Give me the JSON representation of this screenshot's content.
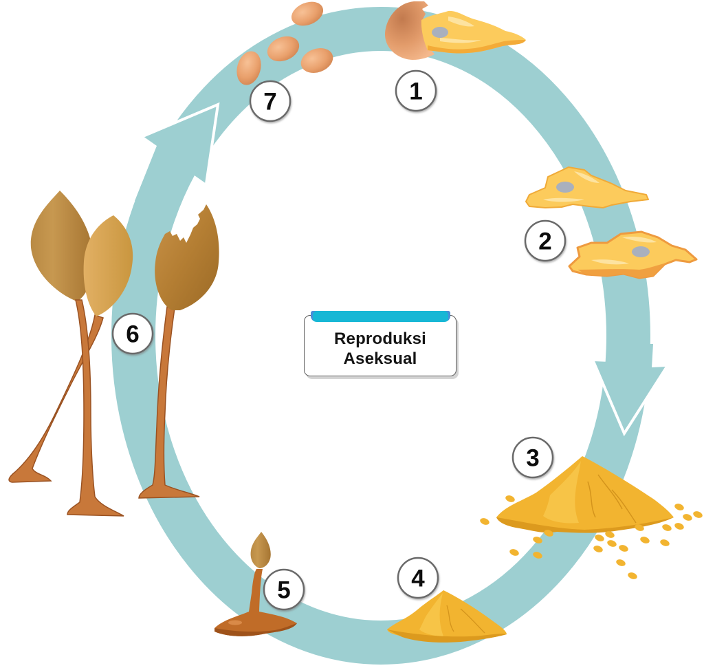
{
  "diagram": {
    "title_box": {
      "line1": "Reproduksi",
      "line2": "Aseksual"
    },
    "cycle_direction": "clockwise",
    "stages": [
      {
        "number": "1",
        "illustration": "spore-hatching"
      },
      {
        "number": "2",
        "illustration": "amoeba-cells"
      },
      {
        "number": "3",
        "illustration": "cell-aggregation-mound"
      },
      {
        "number": "4",
        "illustration": "small-mound"
      },
      {
        "number": "5",
        "illustration": "young-fruiting-body"
      },
      {
        "number": "6",
        "illustration": "mature-sporangia"
      },
      {
        "number": "7",
        "illustration": "spores"
      }
    ],
    "colors": {
      "cycle_ring": "#9dcfd1",
      "title_tab": "#17b7d5",
      "cell_yellow": "#fccb5c",
      "mound_yellow": "#f2b430",
      "stalk_brown": "#c8783a",
      "spore_tan": "#e9a06c"
    }
  }
}
